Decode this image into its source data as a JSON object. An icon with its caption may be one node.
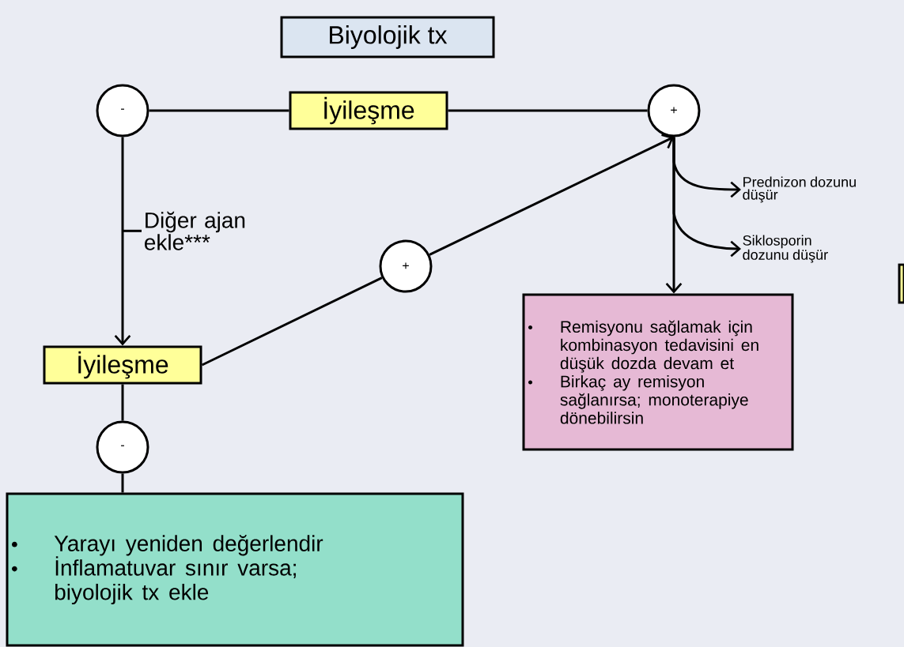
{
  "diagram": {
    "nodes": [
      {
        "text": [
          "Biyolojik tx"
        ]
      },
      {
        "text": [
          "-"
        ]
      },
      {
        "text": [
          "İyileşme"
        ]
      },
      {
        "text": [
          "+"
        ]
      },
      {
        "text": [
          "Prednizon dozunu düşür"
        ]
      },
      {
        "text": [
          "Siklosporin dozunu düşür"
        ]
      },
      {
        "text": [
          "Remisyonu sağlamak için kombinasyon tedavisini en düşük dozda devam et",
          "Birkaç ay remisyon sağlanırsa; monoterapiye dönebilirsin"
        ]
      },
      {
        "text": [
          "İyileşme"
        ]
      },
      {
        "text": [
          "+"
        ]
      },
      {
        "text": [
          "-"
        ]
      },
      {
        "text": [
          "Yarayı yeniden değerlendir",
          "İnflamatuvar sınır varsa; biyolojik tx ekle"
        ]
      },
      {
        "text": [],
        "shape": "box"
      }
    ],
    "edges": [
      {
        "from": 1,
        "to": 2,
        "arrow": "none"
      },
      {
        "from": 2,
        "to": 3,
        "arrow": "none"
      },
      {
        "from": 1,
        "to": 7,
        "arrow": "to",
        "label": "Diğer ajan ekle***"
      },
      {
        "from": 7,
        "to": 8,
        "arrow": "none"
      },
      {
        "from": 8,
        "to": 3,
        "arrow": "to"
      },
      {
        "from": 3,
        "to": 4,
        "arrow": "to"
      },
      {
        "from": 3,
        "to": 5,
        "arrow": "to"
      },
      {
        "from": 3,
        "to": 6,
        "arrow": "to"
      },
      {
        "from": 7,
        "to": 9,
        "arrow": "none"
      },
      {
        "from": 9,
        "to": 10,
        "arrow": "none"
      }
    ]
  }
}
